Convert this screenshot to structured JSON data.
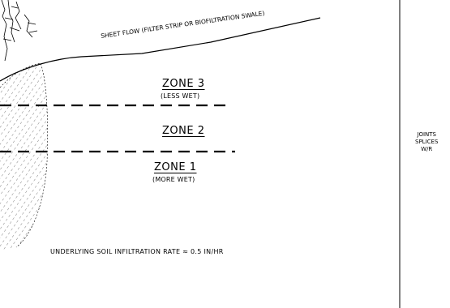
{
  "labels": {
    "sheet_flow": "SHEET FLOW (FILTER STRIP OR BIOFILTRATION SWALE)",
    "zone3": {
      "title": "ZONE 3",
      "sub": "(LESS WET)"
    },
    "zone2": {
      "title": "ZONE 2"
    },
    "zone1": {
      "title": "ZONE 1",
      "sub": "(MORE WET)"
    },
    "underlying": "UNDERLYING SOIL INFILTRATION RATE ≈ 0.5 IN/HR",
    "side_note": [
      "JOINTS",
      "SPLICES",
      "W/R"
    ]
  },
  "colors": {
    "line": "#000000",
    "background": "#ffffff"
  }
}
